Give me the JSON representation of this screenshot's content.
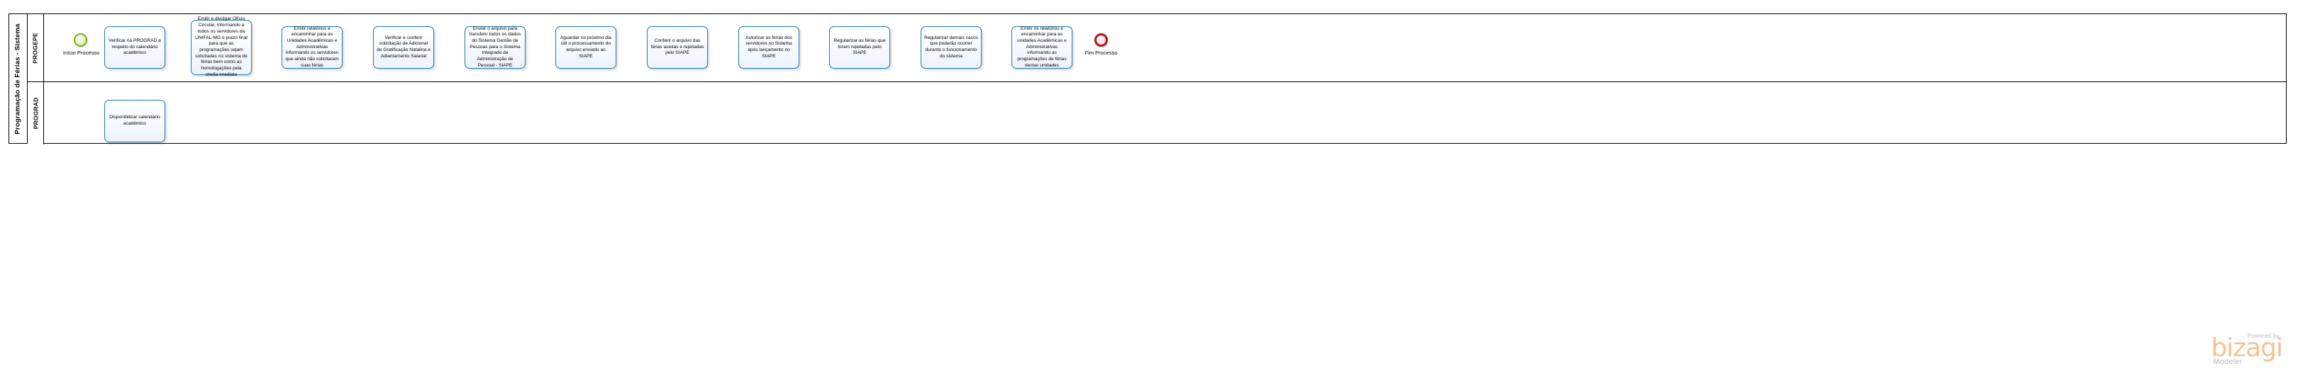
{
  "diagram": {
    "type": "bpmn-process",
    "pool": {
      "name": "Programação de Férias - Sistema"
    },
    "lanes": [
      {
        "id": "progepe",
        "name": "PROGEPE"
      },
      {
        "id": "prograd",
        "name": "PROGRAD"
      }
    ],
    "colors": {
      "task_border": "#1f7bb6",
      "task_fill": "#edf3fc",
      "start_event_border": "#7ab317",
      "start_event_fill": "#cfe9a0",
      "end_event_border": "#a01c21",
      "end_event_fill": "#f3c9c9",
      "lane_border": "#000000",
      "flow_line": "#000000"
    },
    "events": [
      {
        "id": "start",
        "kind": "start-event",
        "label": "Início Processo",
        "lane": "progepe"
      },
      {
        "id": "end",
        "kind": "end-event",
        "label": "Fim Processo",
        "lane": "progepe"
      }
    ],
    "tasks": [
      {
        "id": "t1",
        "lane": "progepe",
        "label": "Verificar na PROGRAD a respeito do calendário acadêmico"
      },
      {
        "id": "t2",
        "lane": "prograd",
        "label": "Disponibilizar calendário acadêmico"
      },
      {
        "id": "t3",
        "lane": "progepe",
        "label": "Emitir e divulgar Ofício Circular, informando a todos os servidores da UNIFAL-MG o prazo final para que as programações sejam solicitadas no sistema de férias bem como as homologações pela chefia imediata"
      },
      {
        "id": "t4",
        "lane": "progepe",
        "label": "Emitir relatórios e encaminhar para as Unidades Acadêmicas e Administrativas informando os servidores que ainda não solicitaram suas férias"
      },
      {
        "id": "t5",
        "lane": "progepe",
        "label": "Verificar e conferir solicitação de Adicional de Gratificação Natalina e Adiantamento Salarial"
      },
      {
        "id": "t6",
        "lane": "progepe",
        "label": "Enviar o arquivo para transferir todos os dados do Sistema Gestão de Pessoas para o Sistema Integrado de Administração de Pessoal - SIAPE"
      },
      {
        "id": "t7",
        "lane": "progepe",
        "label": "Aguardar no próximo dia útil o processamento do arquivo enviado ao SIAPE"
      },
      {
        "id": "t8",
        "lane": "progepe",
        "label": "Conferir o arquivo das férias aceitas e rejeitadas pelo SIAPE"
      },
      {
        "id": "t9",
        "lane": "progepe",
        "label": "Autorizar as férias dos servidores no Sistema após lançamento no SIAPE"
      },
      {
        "id": "t10",
        "lane": "progepe",
        "label": "Regularizar as férias que foram rejeitadas pelo SIAPE"
      },
      {
        "id": "t11",
        "lane": "progepe",
        "label": "Regularizar demais casos que poderão ocorrer durante o funcionamento do sistema"
      },
      {
        "id": "t12",
        "lane": "progepe",
        "label": "Emitir os relatórios e encaminhar para as unidades Acadêmicas e Administrativas informando as programações de férias destas unidades"
      }
    ],
    "sequence_flows": [
      {
        "from": "start",
        "to": "t1"
      },
      {
        "from": "t1",
        "to": "t2"
      },
      {
        "from": "t2",
        "to": "t3"
      },
      {
        "from": "t3",
        "to": "t4"
      },
      {
        "from": "t4",
        "to": "t5"
      },
      {
        "from": "t5",
        "to": "t6"
      },
      {
        "from": "t6",
        "to": "t7"
      },
      {
        "from": "t7",
        "to": "t8"
      },
      {
        "from": "t8",
        "to": "t9"
      },
      {
        "from": "t9",
        "to": "t10"
      },
      {
        "from": "t10",
        "to": "t11"
      },
      {
        "from": "t11",
        "to": "t12"
      },
      {
        "from": "t12",
        "to": "end"
      }
    ]
  },
  "watermark": {
    "powered_by": "Powered by",
    "brand": "bizagi",
    "product": "Modeler"
  }
}
